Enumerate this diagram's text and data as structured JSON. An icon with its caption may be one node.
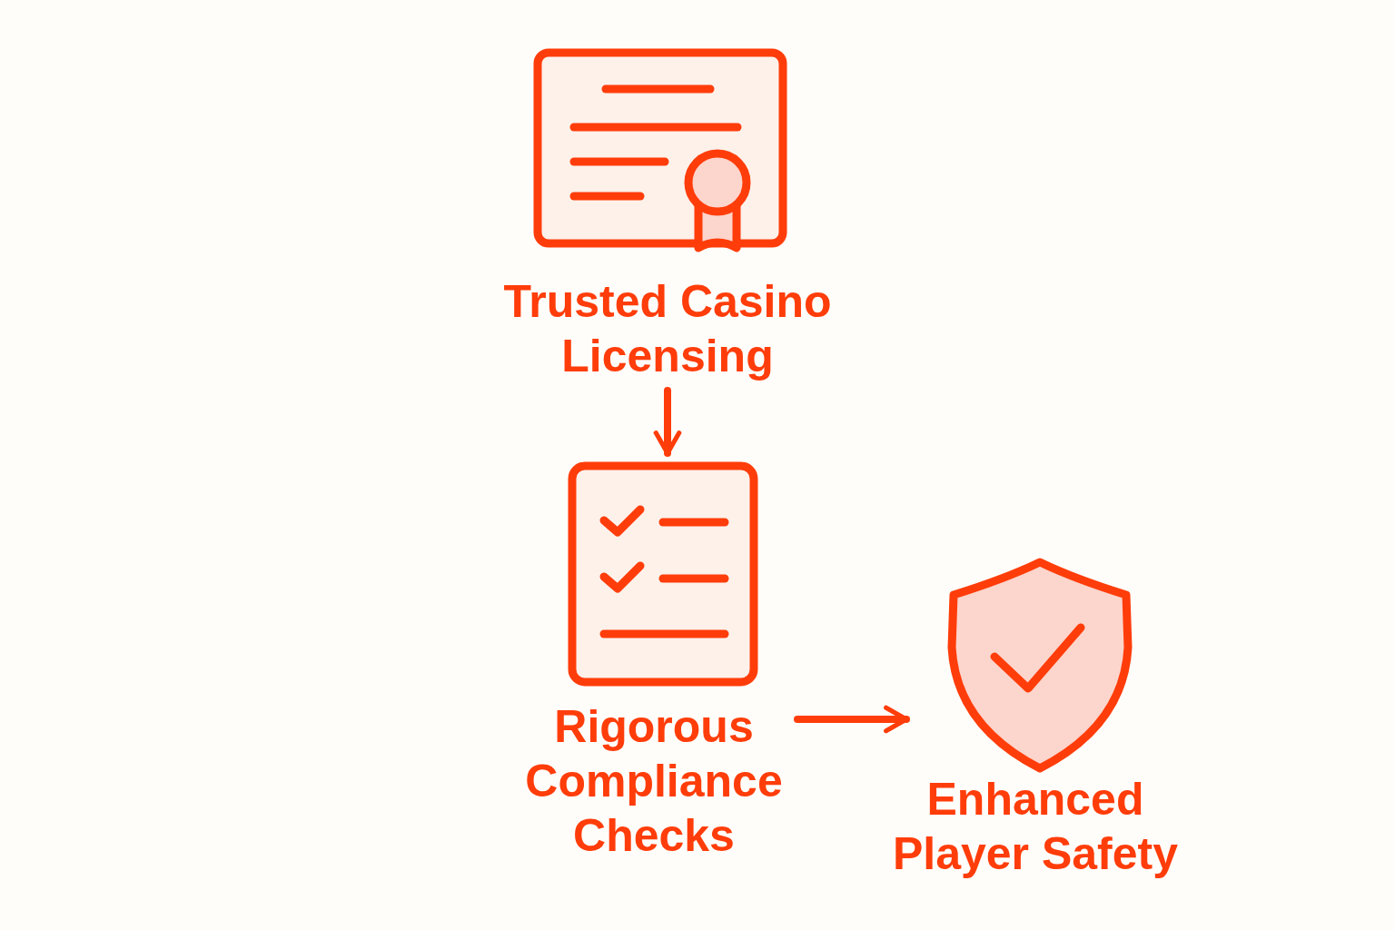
{
  "diagram": {
    "nodes": [
      {
        "text": [
          "Trusted Casino Licensing"
        ]
      },
      {
        "text": [
          "Rigorous Compliance Checks"
        ]
      },
      {
        "text": [
          "Enhanced Player Safety"
        ]
      }
    ],
    "edges": [
      {
        "from": 0,
        "to": 1,
        "arrow": "to"
      },
      {
        "from": 1,
        "to": 2,
        "arrow": "to"
      }
    ]
  }
}
